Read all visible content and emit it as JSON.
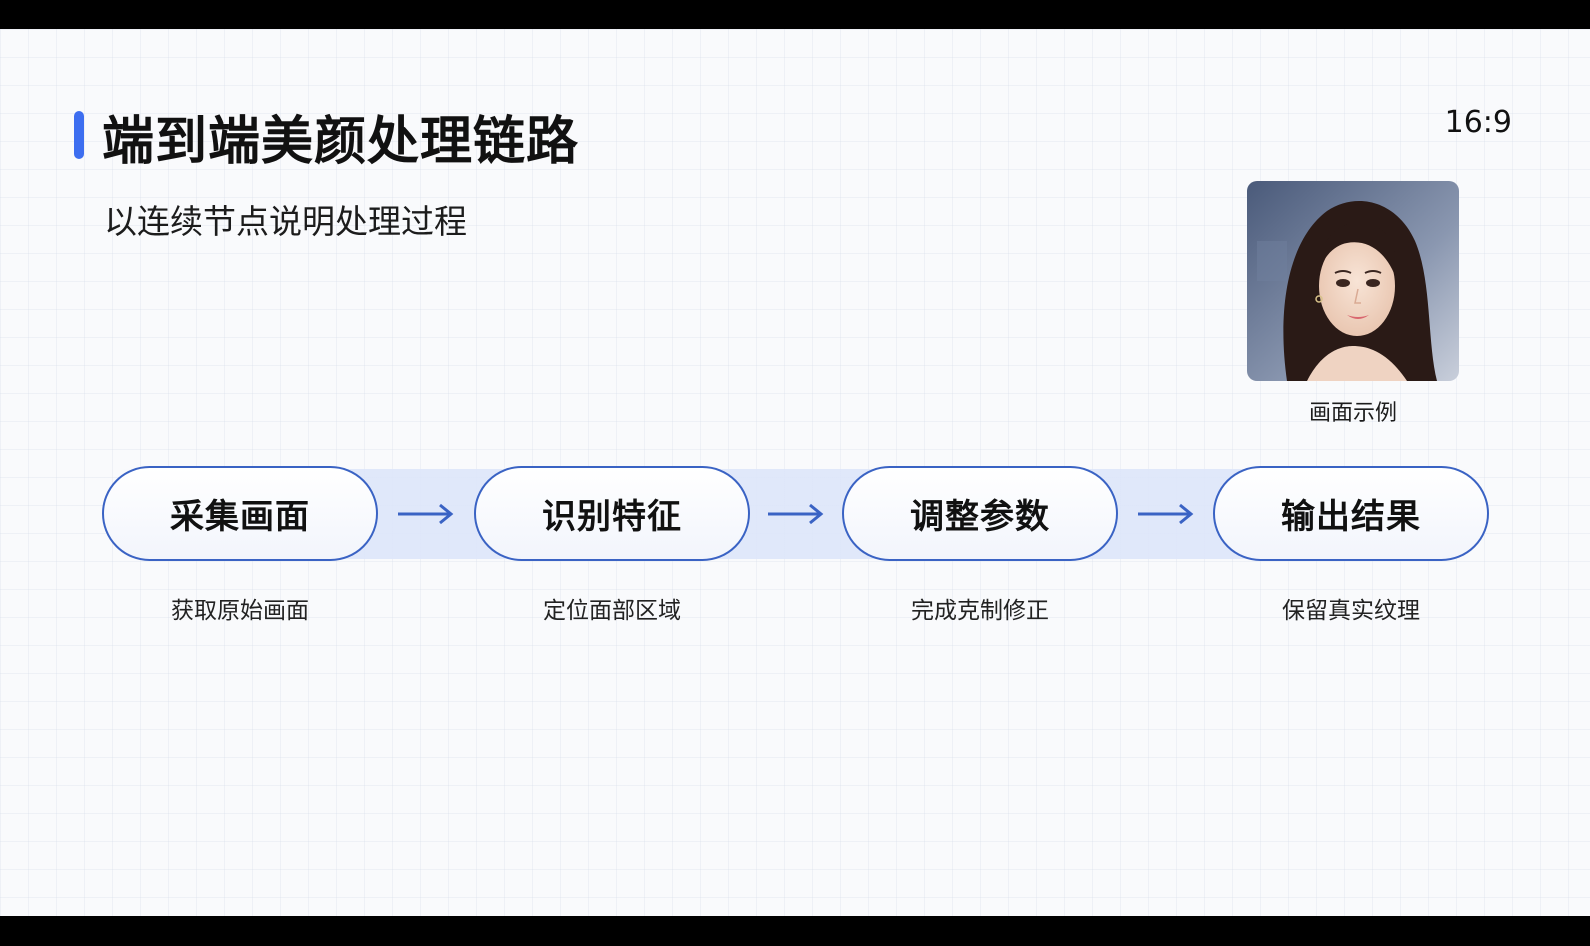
{
  "slide": {
    "title": "端到端美颜处理链路",
    "subtitle": "以连续节点说明处理过程",
    "aspect_ratio_label": "16:9",
    "photo_caption": "画面示例",
    "accent_color": "#3d6ef0",
    "node_border_color": "#3a63c4"
  },
  "flow": {
    "nodes": [
      {
        "label": "采集画面",
        "desc": "获取原始画面"
      },
      {
        "label": "识别特征",
        "desc": "定位面部区域"
      },
      {
        "label": "调整参数",
        "desc": "完成克制修正"
      },
      {
        "label": "输出结果",
        "desc": "保留真实纹理"
      }
    ],
    "arrow_icon": "arrow-right-icon"
  }
}
